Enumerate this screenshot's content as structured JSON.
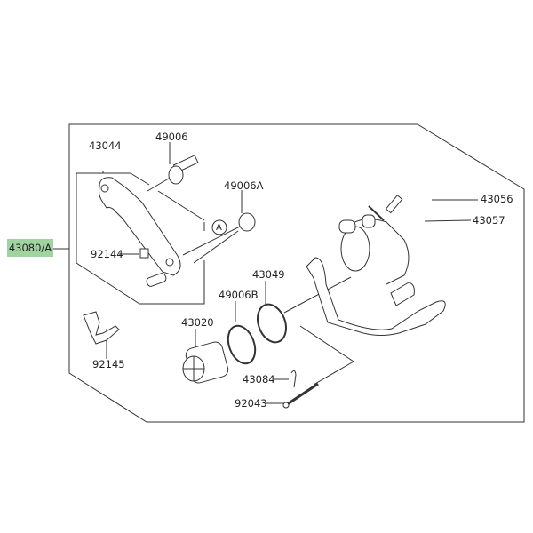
{
  "assembly": {
    "part_number": "43080/A",
    "highlight_color": "#9fd39f"
  },
  "callouts": {
    "p43044": "43044",
    "p49006": "49006",
    "p49006A": "49006A",
    "p43056": "43056",
    "p43057": "43057",
    "p92144": "92144",
    "ref_a": "A",
    "p43049": "43049",
    "p49006B": "49006B",
    "p43020": "43020",
    "p92145": "92145",
    "p43084": "43084",
    "p92043": "92043"
  }
}
